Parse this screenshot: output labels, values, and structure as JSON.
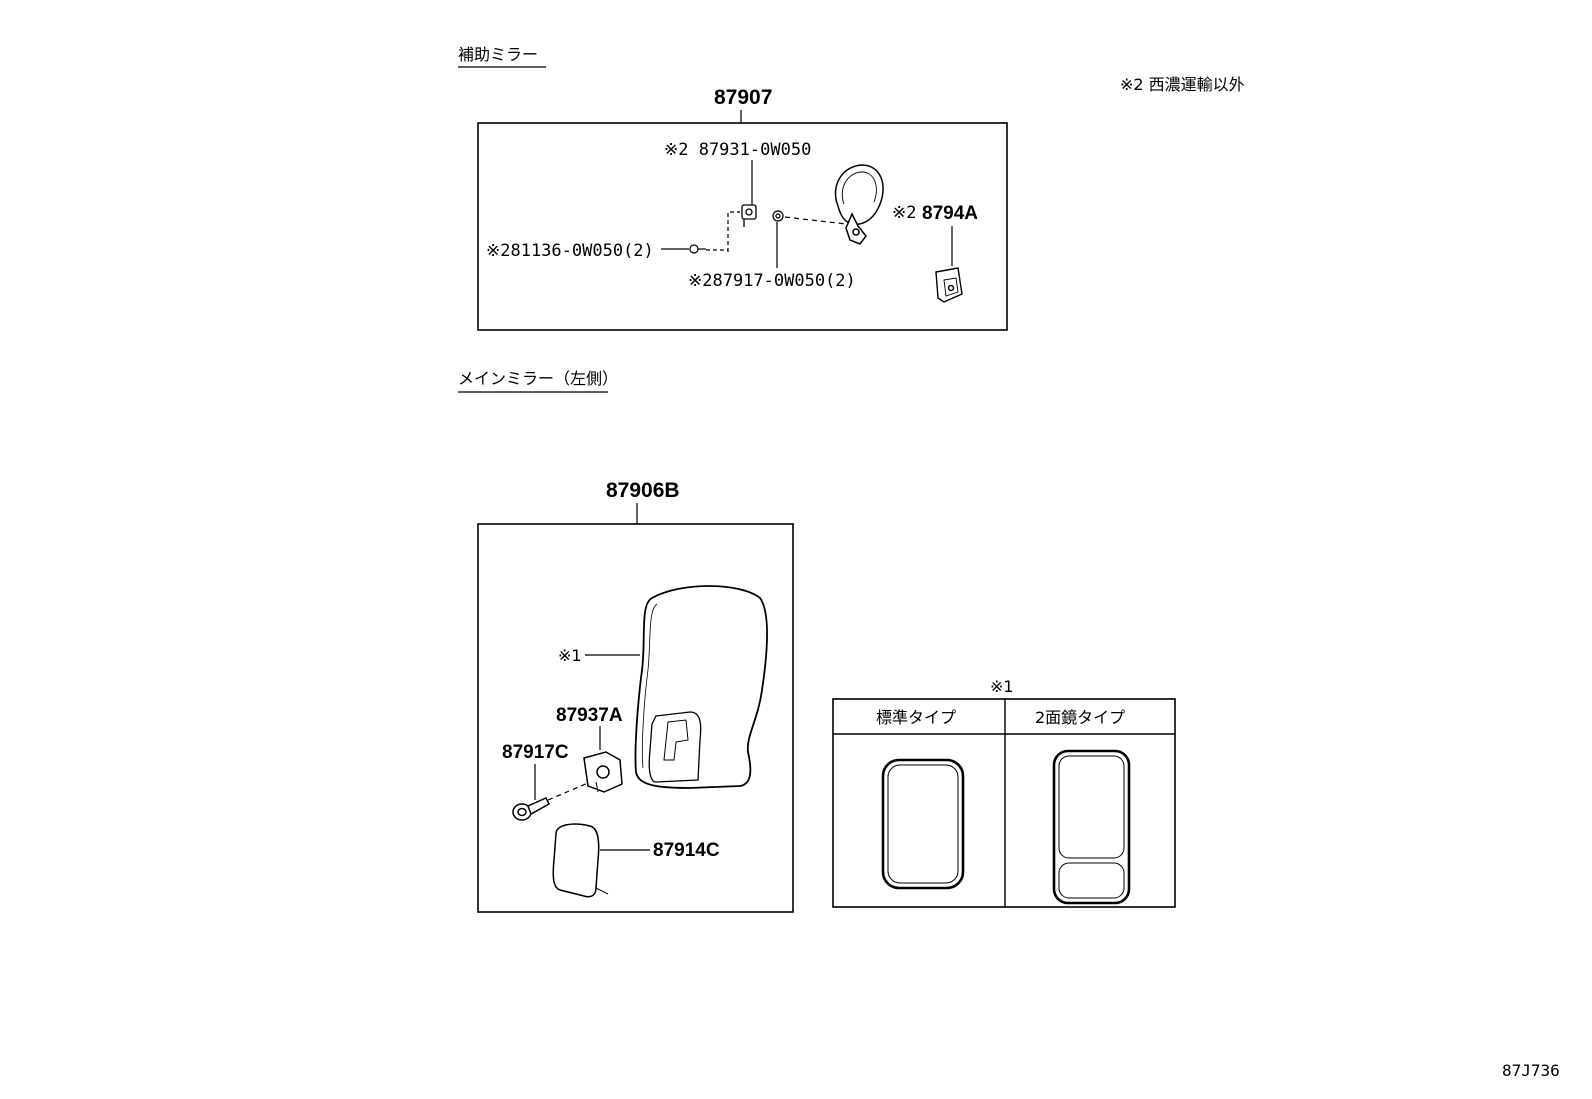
{
  "note": "※2 西濃運輸以外",
  "page_code": "87J736",
  "aux_mirror": {
    "heading": "補助ミラー",
    "assembly_no": "87907",
    "parts": {
      "p_87931": "※2 87931-0W050",
      "p_8794A_mark": "※2",
      "p_8794A": "8794A",
      "p_81136": "※281136-0W050(2)",
      "p_87917": "※287917-0W050(2)"
    }
  },
  "main_mirror": {
    "heading": "メインミラー（左側）",
    "assembly_no": "87906B",
    "parts": {
      "note_mark": "※1",
      "p_87937A": "87937A",
      "p_87917C": "87917C",
      "p_87914C": "87914C"
    }
  },
  "mirror_types": {
    "mark": "※1",
    "headers": [
      "標準タイプ",
      "2面鏡タイプ"
    ]
  }
}
